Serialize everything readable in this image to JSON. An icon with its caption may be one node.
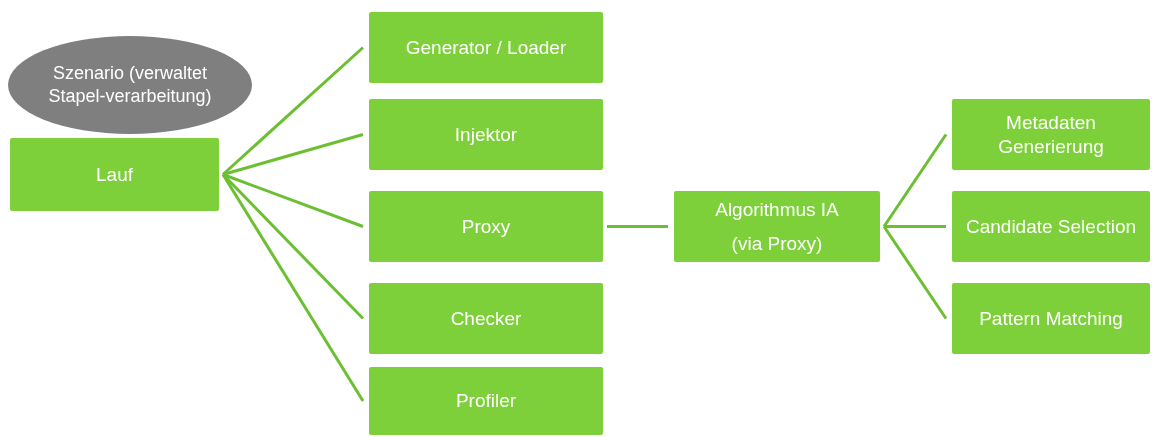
{
  "diagram": {
    "nodes": [
      {
        "text": [
          "Szenario (verwaltet Stapel-verarbeitung)"
        ]
      },
      {
        "text": [
          "Lauf"
        ]
      },
      {
        "text": [
          "Generator / Loader"
        ]
      },
      {
        "text": [
          "Injektor"
        ]
      },
      {
        "text": [
          "Proxy"
        ]
      },
      {
        "text": [
          "Checker"
        ]
      },
      {
        "text": [
          "Profiler"
        ]
      },
      {
        "text": [
          "Algorithmus IA",
          "(via Proxy)"
        ]
      },
      {
        "text": [
          "Metadaten Generierung"
        ]
      },
      {
        "text": [
          "Candidate Selection"
        ]
      },
      {
        "text": [
          "Pattern Matching"
        ]
      }
    ],
    "edges": [
      {
        "from": 1,
        "to": 2,
        "arrow": "none"
      },
      {
        "from": 1,
        "to": 3,
        "arrow": "none"
      },
      {
        "from": 1,
        "to": 4,
        "arrow": "none"
      },
      {
        "from": 1,
        "to": 5,
        "arrow": "none"
      },
      {
        "from": 1,
        "to": 6,
        "arrow": "none"
      },
      {
        "from": 4,
        "to": 7,
        "arrow": "none"
      },
      {
        "from": 7,
        "to": 8,
        "arrow": "none"
      },
      {
        "from": 7,
        "to": 9,
        "arrow": "none"
      },
      {
        "from": 7,
        "to": 10,
        "arrow": "none"
      }
    ]
  }
}
